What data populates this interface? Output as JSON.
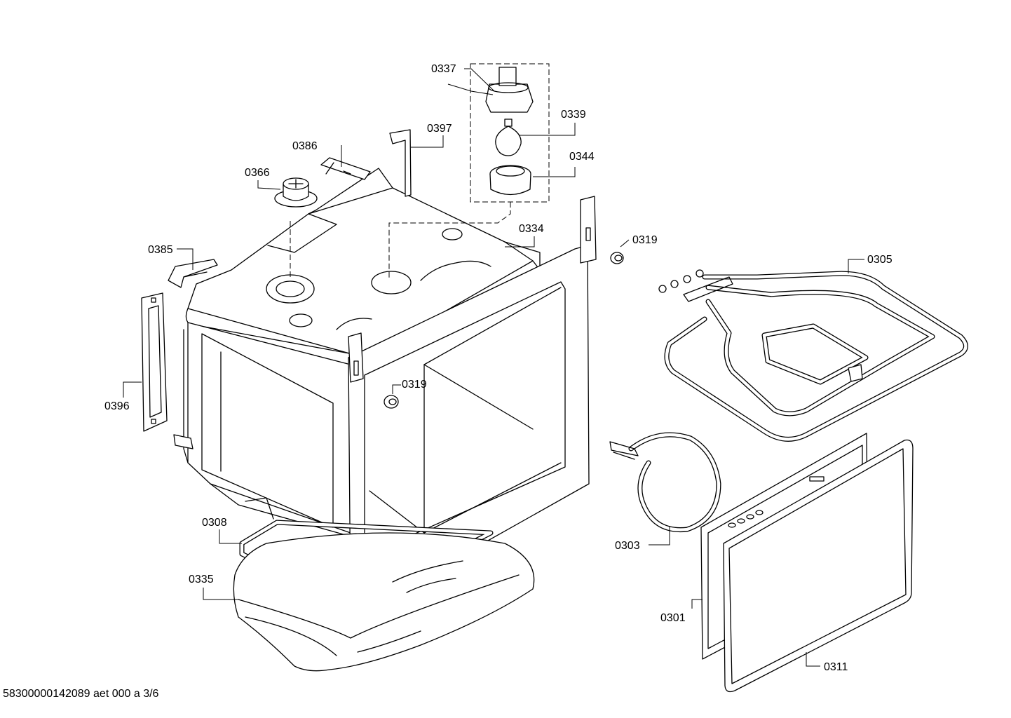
{
  "labels": {
    "p0337": "0337",
    "p0339": "0339",
    "p0344": "0344",
    "p0397": "0397",
    "p0386": "0386",
    "p0366": "0366",
    "p0334": "0334",
    "p0319a": "0319",
    "p0319b": "0319",
    "p0385": "0385",
    "p0305": "0305",
    "p0396": "0396",
    "p0308": "0308",
    "p0335": "0335",
    "p0303": "0303",
    "p0301": "0301",
    "p0311": "0311"
  },
  "footer": "58300000142089 aet 000 a 3/6"
}
